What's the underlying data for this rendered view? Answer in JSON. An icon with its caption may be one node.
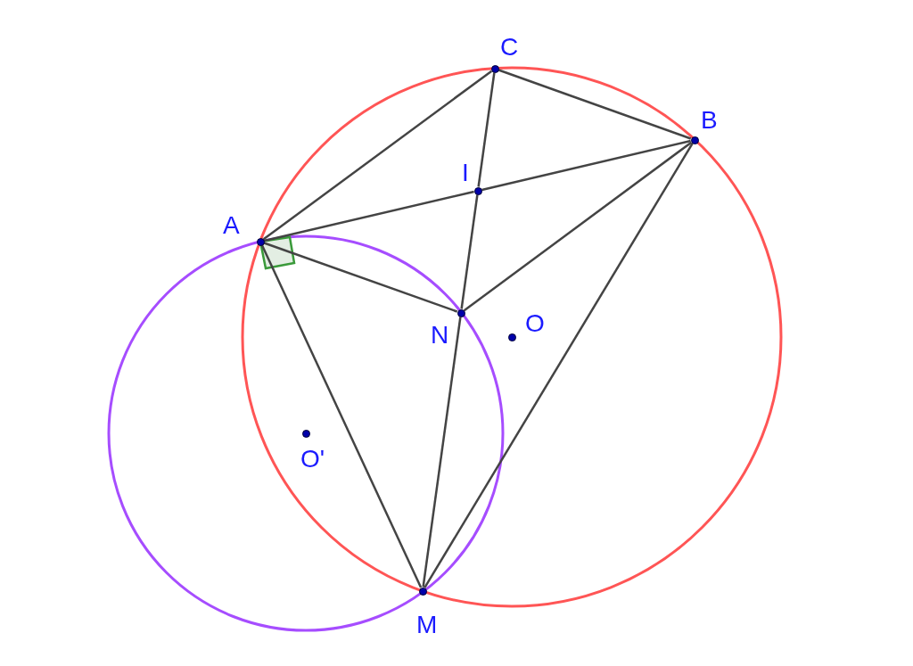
{
  "diagram": {
    "nodes": [
      {
        "text": [
          "C"
        ]
      },
      {
        "text": [
          "B"
        ]
      },
      {
        "text": [
          "I"
        ]
      },
      {
        "text": [
          "A"
        ]
      },
      {
        "text": [
          "N"
        ]
      },
      {
        "text": [
          "O"
        ]
      },
      {
        "text": [
          "O'"
        ]
      },
      {
        "text": [
          "M"
        ]
      }
    ],
    "edges": [
      {
        "from": 3,
        "to": 0,
        "arrow": "none"
      },
      {
        "from": 0,
        "to": 1,
        "arrow": "none"
      },
      {
        "from": 3,
        "to": 2,
        "arrow": "none"
      },
      {
        "from": 2,
        "to": 1,
        "arrow": "none"
      },
      {
        "from": 0,
        "to": 2,
        "arrow": "none"
      },
      {
        "from": 2,
        "to": 4,
        "arrow": "none"
      },
      {
        "from": 4,
        "to": 7,
        "arrow": "none"
      },
      {
        "from": 3,
        "to": 4,
        "arrow": "none"
      },
      {
        "from": 4,
        "to": 1,
        "arrow": "none"
      },
      {
        "from": 3,
        "to": 7,
        "arrow": "none"
      },
      {
        "from": 7,
        "to": 1,
        "arrow": "none"
      }
    ]
  }
}
